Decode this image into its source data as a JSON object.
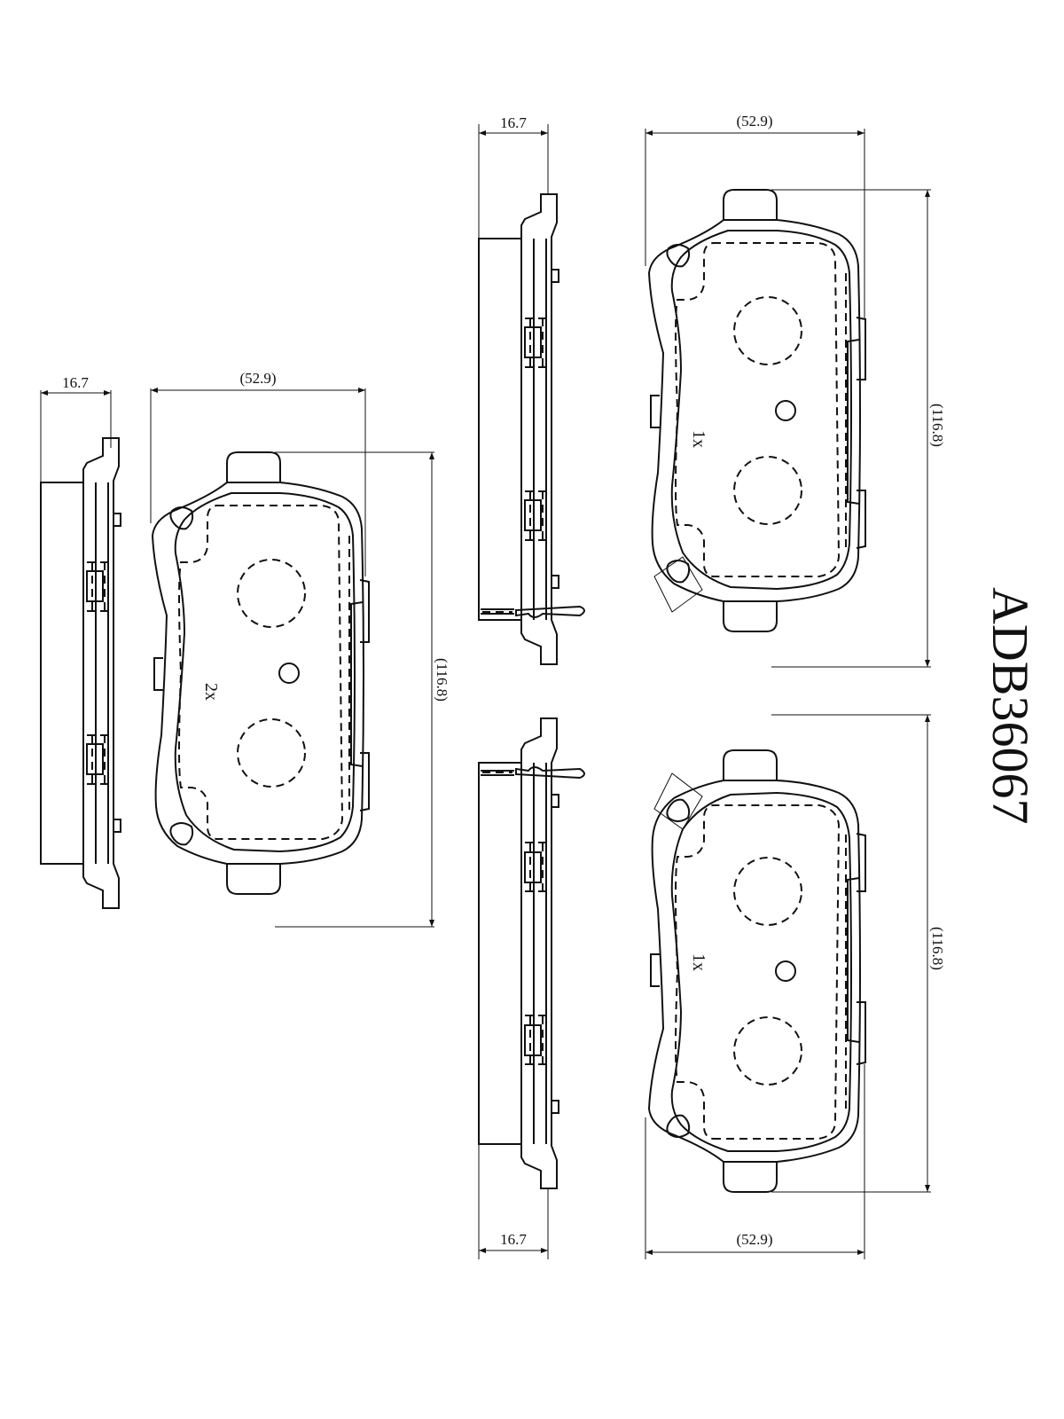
{
  "part_number": "ADB36067",
  "views": [
    {
      "id": "left",
      "quantity": "2x",
      "thickness": "16.7",
      "width": "(52.9)",
      "length": "(116.8)"
    },
    {
      "id": "top-right",
      "quantity": "1x",
      "thickness": "16.7",
      "width": "(52.9)",
      "length": "(116.8)"
    },
    {
      "id": "bottom-right",
      "quantity": "1x",
      "thickness": "16.7",
      "width": "(52.9)",
      "length": "(116.8)"
    }
  ]
}
